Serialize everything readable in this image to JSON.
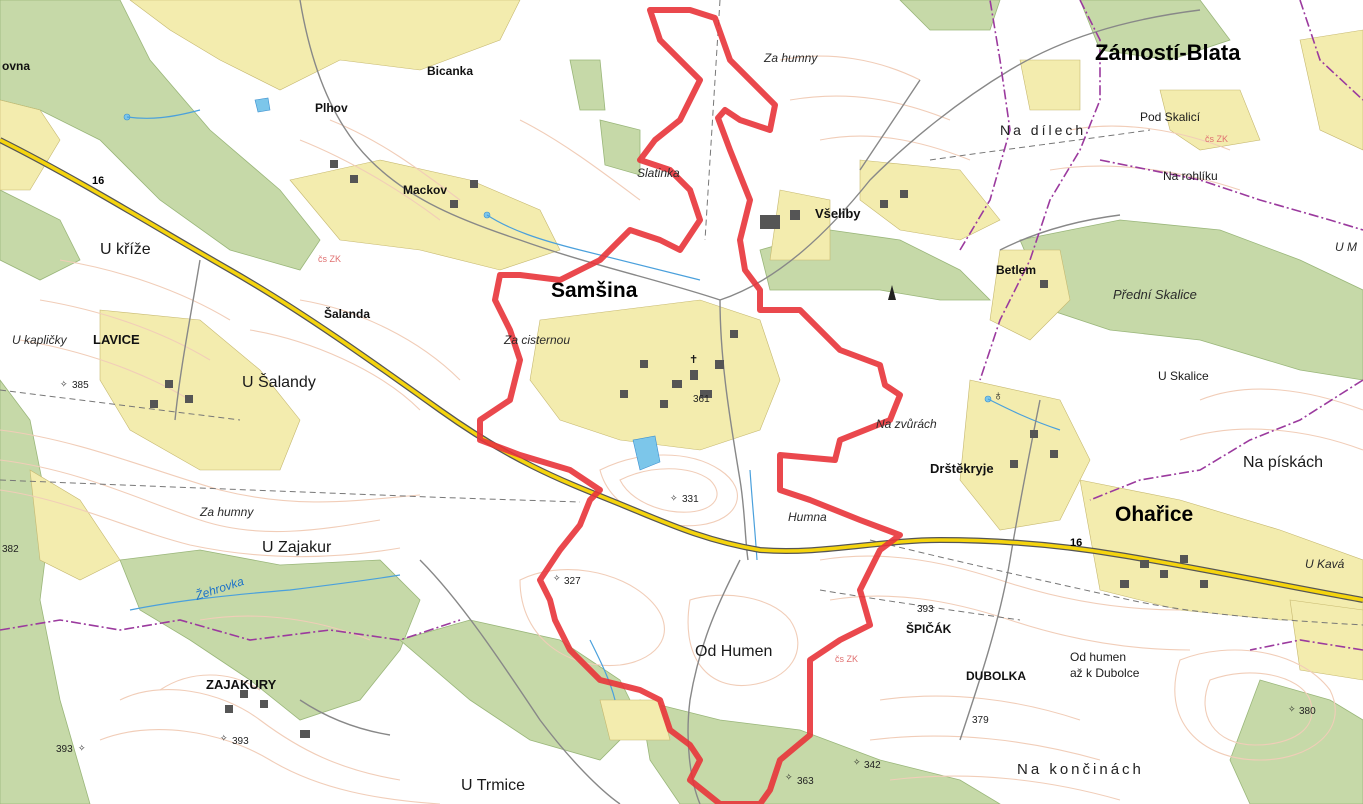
{
  "colors": {
    "paper": "#ffffff",
    "forest": "#c6d9a8",
    "meadow": "#f3ecae",
    "contour": "#f1cdb8",
    "water": "#7cc6ea",
    "road_fill": "#f5d40e",
    "road_edge": "#555555",
    "boundary_purple": "#9b3a9e",
    "study_area": "#e8343a"
  },
  "labels": {
    "zamosti_blata": "Zámostí-Blata",
    "samsina": "Samšina",
    "oharice": "Ohařice",
    "vseliby": "Všeliby",
    "lavice": "LAVICE",
    "zajakury": "ZAJAKURY",
    "spicak": "ŠPIČÁK",
    "dubolka": "DUBOLKA",
    "drstekryje": "Drštěkryje",
    "betlem": "Betlem",
    "plhov": "Plhov",
    "mackov": "Mackov",
    "bicanka": "Bicanka",
    "salanda": "Šalanda",
    "vnova": "ovna",
    "za_humny_top": "Za humny",
    "na_dilech": "Na dílech",
    "pod_skalici": "Pod Skalicí",
    "na_rohliku": "Na rohlíku",
    "slatinka": "Slatinka",
    "u_krize": "U kříže",
    "u_kaplicky": "U kapličky",
    "za_cisternou": "Za cisternou",
    "u_salandy": "U Šalandy",
    "predni_skalice": "Přední Skalice",
    "u_skalice": "U Skalice",
    "na_zvurach": "Na zvůrách",
    "na_piskach": "Na pískách",
    "za_humny_left": "Za humny",
    "humna": "Humna",
    "u_zajakur": "U Zajakur",
    "zehrovka": "Žehrovka",
    "od_humen": "Od Humen",
    "od_humen_dubolce_1": "Od humen",
    "od_humen_dubolce_2": "až k Dubolce",
    "u_trmice": "U Trmice",
    "na_koncinach": "Na končinách",
    "u_kava": "U Kavá",
    "um": "U M",
    "road_16_left": "16",
    "road_16_right": "16"
  },
  "spot_heights": {
    "h385": "385",
    "h331": "331",
    "h327": "327",
    "h393a": "393",
    "h393b": "393",
    "h363": "363",
    "h342": "342",
    "h380": "380",
    "h379": "379",
    "h393c": "393",
    "h382": "382",
    "h361": "361"
  },
  "cadastral_marks": {
    "czk1": "čs ZK",
    "czk2": "čs ZK",
    "czk3": "čs ZK"
  }
}
